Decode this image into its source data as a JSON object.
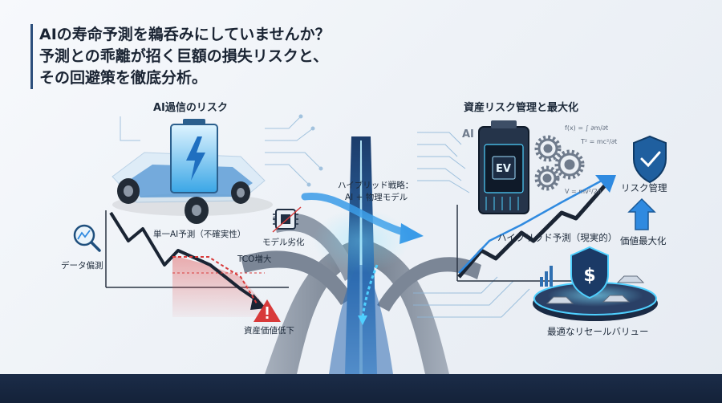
{
  "headline": {
    "line1": "AIの寿命予測を鵜呑みにしていませんか？",
    "line2": "予測との乖離が招く巨額の損失リスクと、",
    "line3": "その回避策を徹底分析。"
  },
  "left_panel": {
    "title": "AI過信のリスク",
    "single_ai_label": "単一AI予測（不確実性）",
    "model_degradation_label": "モデル劣化",
    "data_bias_label": "データ偏測",
    "tco_label": "TCO増大",
    "asset_drop_label": "資産価値低下"
  },
  "center": {
    "hybrid_strategy_line1": "ハイブリッド戦略：",
    "hybrid_strategy_line2": "AI + 物理モデル"
  },
  "right_panel": {
    "title": "資産リスク管理と最大化",
    "ai_label": "AI",
    "chip_label": "EV",
    "hybrid_prediction_label": "ハイブリッド予測（現実的）",
    "risk_mgmt_label": "リスク管理",
    "value_max_label": "価値最大化",
    "resale_label": "最適なリセールバリュー",
    "formula1": "f(x) = ∫ ∂m/∂t",
    "formula2": "T² = mc²/∂t",
    "formula3": "V = mv²/2n"
  },
  "colors": {
    "dark_navy": "#1b2c48",
    "accent_blue": "#1f8de0",
    "glow_cyan": "#4fd0ff",
    "risk_red": "#d83a3a",
    "gray_road": "#7c8796"
  }
}
